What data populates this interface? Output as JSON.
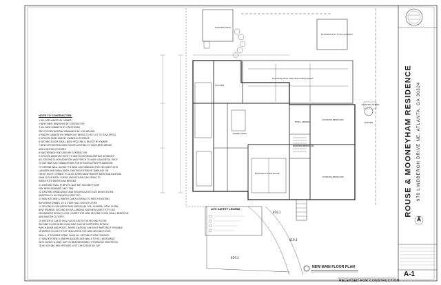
{
  "project": {
    "title": "ROUSE & MOONEYHAM RESIDENCE",
    "address": "970 LINDBERGH DRIVE NE, ATLANTA, GA 30324"
  },
  "sheet": {
    "number": "A-1",
    "status": "RELEASED FOR CONSTRUCTION"
  },
  "plan": {
    "title": "NEW MAIN FLOOR PLAN",
    "life_safety_title": "LIFE SAFETY LEGEND",
    "elevations": [
      "819.1",
      "819.3",
      "819.3"
    ],
    "rooms": [
      "EXISTING DECK FOR NEW PORCH ROOF",
      "NEW LANDING",
      "EXISTING BEDROOM",
      "EXISTING BEDROOM",
      "EXISTING LIVING ROOM",
      "EXISTING BEDROOM",
      "DINING AREA",
      "KITCHEN",
      "EXISTING DECK",
      "CISTERN"
    ]
  },
  "notes": {
    "title": "NOTE TO CONTRACTOR:",
    "items": [
      "1  ALL APPLIANCES BY OWNER.",
      "2  NEW VINYL WINDOWS BY CONTRACTOR.",
      "3  ALL NEW CABINETS BY CRAFTSMAN",
      "    SEE KITCHEN DESIGNS DRAWINGS BY LORI BROWN",
      "4  PANTRY GRANITE BY OWNER BUT NEEDS TO BE CUT TO PLAN SPECS",
      "5  KITCHEN FARM SINK BY OWNER IN STORAGE",
      "6  SECOND FLOOR SMALL BATH PED SINK & FAUCET BY OWNER",
      "7  NEW OR EXISTING MAIN FLOOR LIGHTING TO HAVE NEW WIRING",
      "    AND LIGHTING FIXTURES",
      "8  MASTER BATH FIXTURES BY CONTRACTOR",
      "9  KITCHEN ADDITION ROOF TO MATCH EXISTING ASPHALT SHINGLES",
      "    ALL SECOND FLOOR ADDITION AND PORCH TO HAVE GALV METAL ROOF",
      "10 USE NEW GAS TANKLESS WH FOR KITCHEN & PANTRY ADDITION",
      "    TO EXTEND WALL ALONG THE NEW GAS TANKLESS FOR SECOND FLOOR",
      "    LAUNDRY AND SMALL BATH. EXISTING EXTERIOR TANKLESS ON",
      "    FRONT RIGHT CORNER TO ALSO SUPPLY NEW MASTER BATH AND EXISTING",
      "    MAIN FLOOR BATH. SUPPLY AND RETURN GAS PIPING TO",
      "    SUBSTITUTE WATER LINE NEEDED",
      "11 EXISTING HVAC @ NEW IS SIZE BUT SECOND FLOOR",
      "    MAY NEED SEPARATE UNIT. TBD",
      "12 EXISTING CRAWLSPACE AND ENCAPSULATED SIZE NEW KITCHEN",
      "    ADDITION TO BE ENCAPSULATED TOO",
      "13 NEW KITCHEN & PANTRY OAK FLOORING TO MATCH EXISTING",
      "    REFURBISH DINING, LR & STAIR HALL WOOD FLOORS",
      "14 SECOND FLOOR BATHS AND PORCELAIN TILE, LAUNDRY VINYL PLANK,",
      "    NEW FRAMING. SECOND FLOOR LANDING AND NEW SUBSTITUTE USE",
      "    ENGINEERED WOOD FLOOR. CARPET FOR NEW SECOND FLOOR SMALL BEDROOM",
      "    AND MASTER CLOSETS.",
      "15 RAFTER IS 2X8 @ 16 & FLOOR JOISTS FOR SECOND FLOOR.",
      "    SECOND FLOOR BEAM OVERHANG CAN BE SUPPORTED BY NEW",
      "    PORCH BEAM AND POSTS. REUSE EXISTING 2X8 ROOF RAFTERS IF POSSIBLE",
      "16 ENTIRE HOUSE TO GET INSULATION FOR NEW SECOND FLOOR",
      "    WALLS. IF POSSIBLE SPRAY FOAM ALL SECOND FLOOR CEILINGS",
      "17 NEW KITCHEN & PANTRY BACKSPLASH WALLS TO BE 1X6 BOARDS",
      "    WITH NICKEL & DIME GAP OR BEADED BOARD, OTHERWISE SHEETROCK",
      "18 NO CEILING FAN UPSTAIRS. JUST 1X6 & BASE W/ CAP"
    ]
  },
  "site_labels": {
    "garage": "EXISTING NOT TO BE ALTERED",
    "stoop": "EXISTING STOOP"
  }
}
